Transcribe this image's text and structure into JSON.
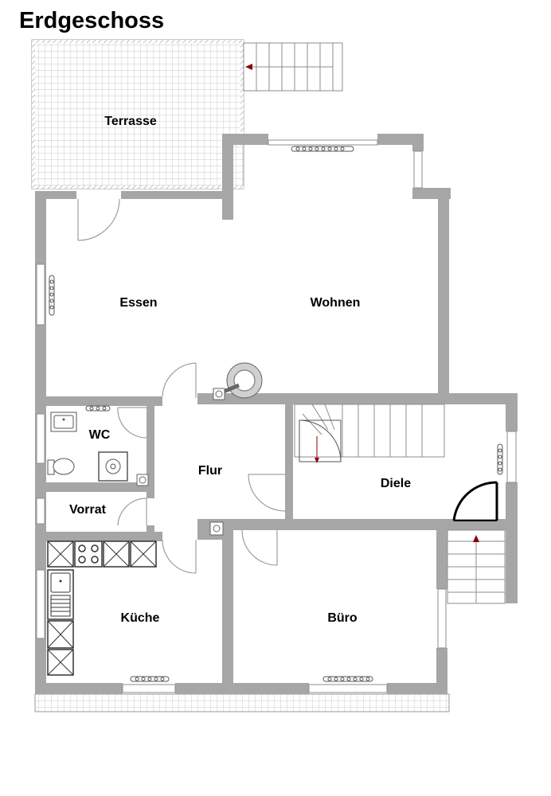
{
  "title": "Erdgeschoss",
  "rooms": {
    "terrasse": "Terrasse",
    "essen": "Essen",
    "wohnen": "Wohnen",
    "wc": "WC",
    "flur": "Flur",
    "diele": "Diele",
    "vorrat": "Vorrat",
    "kueche": "Küche",
    "buero": "Büro"
  },
  "colors": {
    "wall": "#a6a6a6",
    "line": "#8c8c8c",
    "arrow": "#8b0000"
  }
}
